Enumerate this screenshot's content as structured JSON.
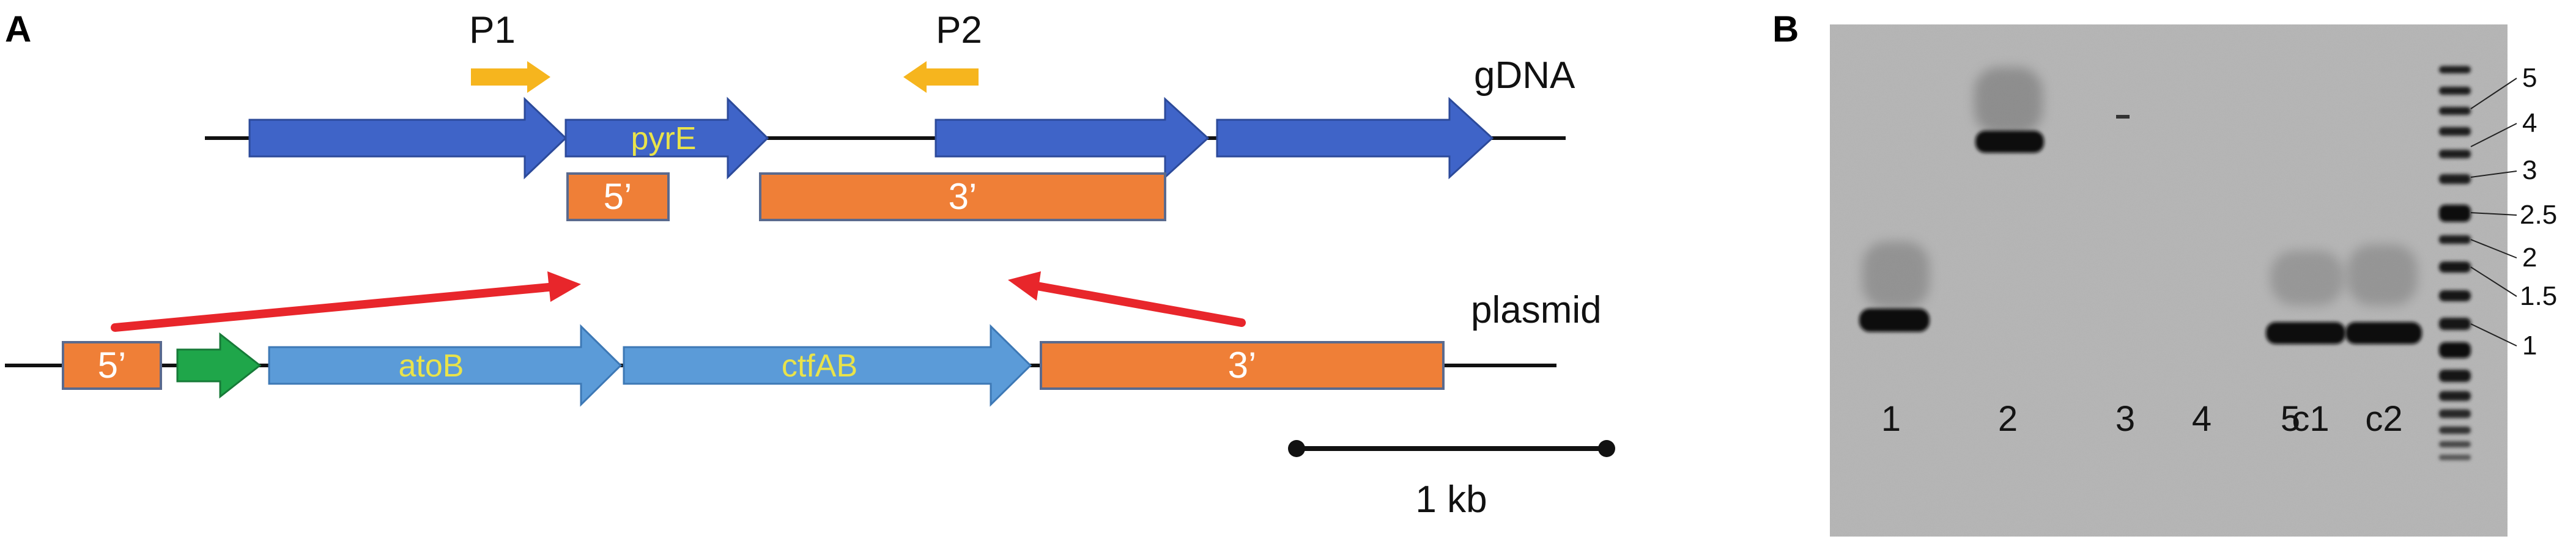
{
  "panelA": {
    "letter": "A",
    "primers": [
      {
        "label": "P1"
      },
      {
        "label": "P2"
      }
    ],
    "gdna_label": "gDNA",
    "plasmid_label": "plasmid",
    "gene_pyrE": "pyrE",
    "gene_atoB": "atoB",
    "gene_ctfAB": "ctfAB",
    "hom5_label": "5’",
    "hom3_label": "3’",
    "scale_label": "1 kb",
    "colors": {
      "gene_dark_blue": "#3f64c8",
      "gene_light_blue": "#5b9bd8",
      "homology_orange": "#ef7f37",
      "promoter_green": "#1fa64a",
      "primer_yellow": "#f6b51e",
      "recombination_red": "#e8262b",
      "gene_text": "#e9e34a"
    }
  },
  "panelB": {
    "letter": "B",
    "lanes": [
      "1",
      "2",
      "3",
      "4",
      "5",
      "c1",
      "c2"
    ],
    "ladder_labels": [
      "5",
      "4",
      "3",
      "2.5",
      "2",
      "1.5",
      "1"
    ]
  }
}
